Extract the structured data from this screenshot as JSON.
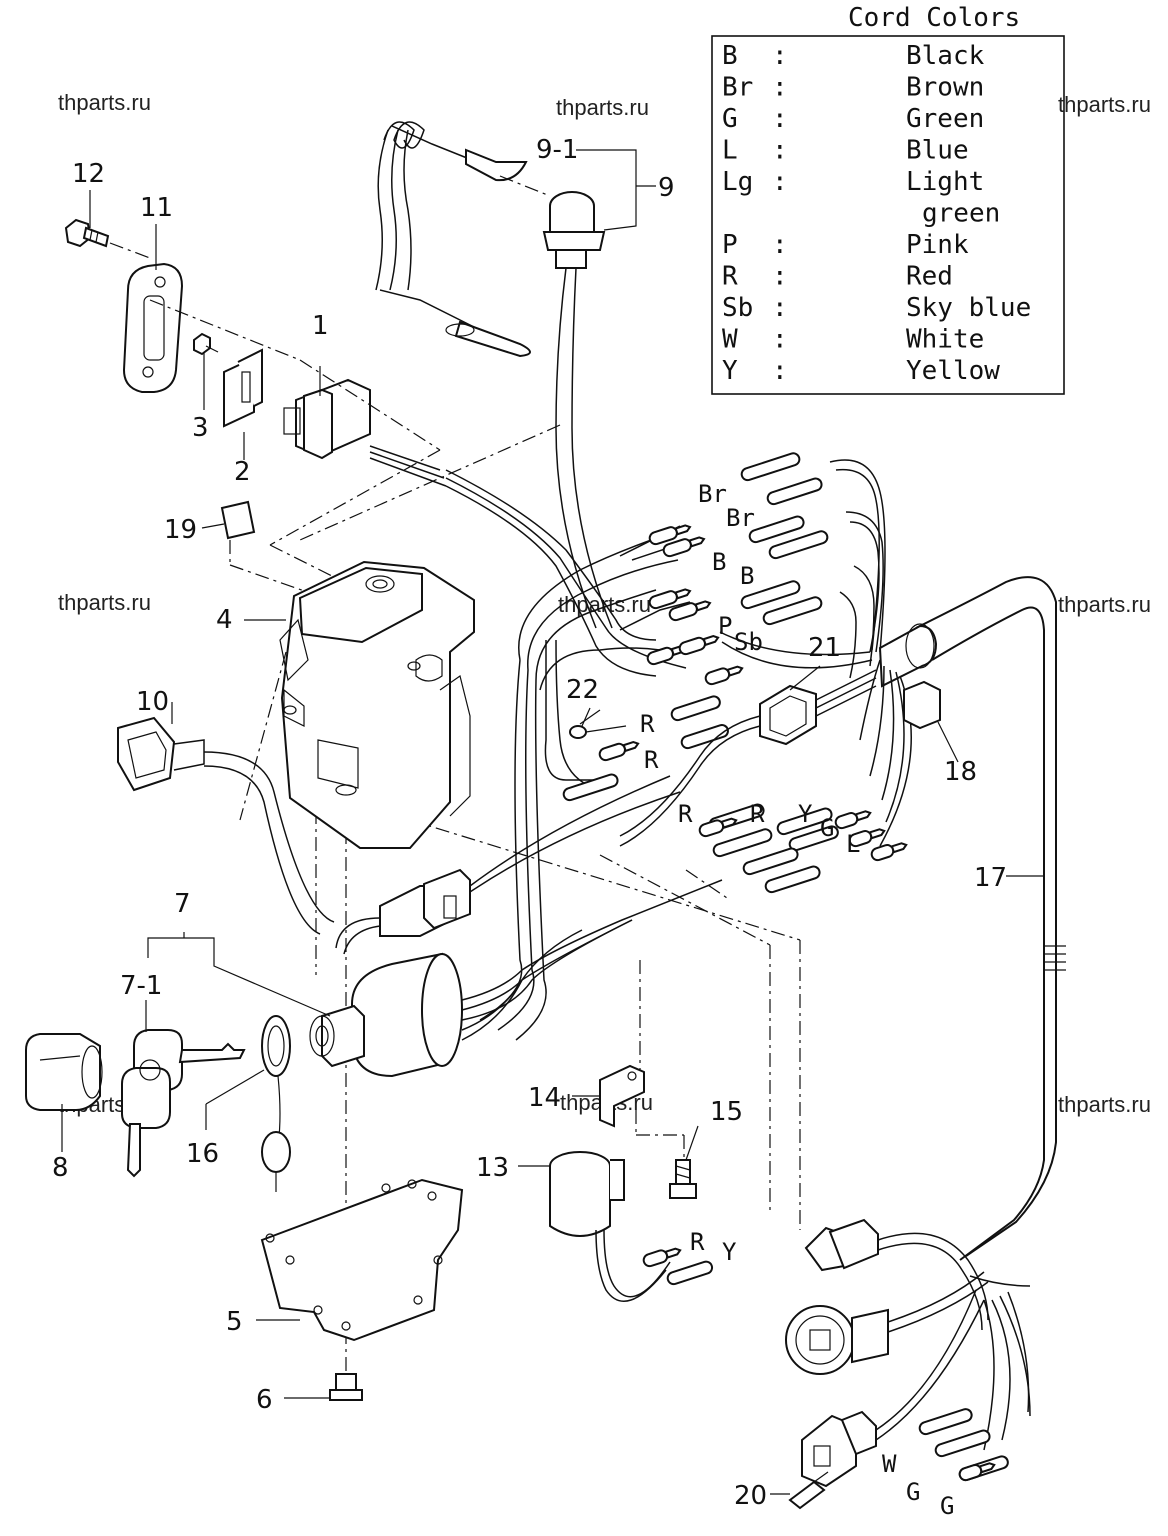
{
  "legend": {
    "title": "Cord Colors",
    "rows": [
      {
        "code": "B",
        "sep": ":",
        "name": "Black"
      },
      {
        "code": "Br",
        "sep": ":",
        "name": "Brown"
      },
      {
        "code": "G",
        "sep": ":",
        "name": "Green"
      },
      {
        "code": "L",
        "sep": ":",
        "name": "Blue"
      },
      {
        "code": "Lg",
        "sep": ":",
        "name": "Light"
      },
      {
        "code": "",
        "sep": "",
        "name": "green"
      },
      {
        "code": "P",
        "sep": ":",
        "name": "Pink"
      },
      {
        "code": "R",
        "sep": ":",
        "name": "Red"
      },
      {
        "code": "Sb",
        "sep": ":",
        "name": "Sky blue"
      },
      {
        "code": "W",
        "sep": ":",
        "name": "White"
      },
      {
        "code": "Y",
        "sep": ":",
        "name": "Yellow"
      }
    ]
  },
  "watermark": "thparts.ru",
  "parts": {
    "p1": "1",
    "p2": "2",
    "p3": "3",
    "p4": "4",
    "p5": "5",
    "p6": "6",
    "p7": "7",
    "p7_1": "7-1",
    "p8": "8",
    "p9": "9",
    "p9_1": "9-1",
    "p10": "10",
    "p11": "11",
    "p12": "12",
    "p13": "13",
    "p14": "14",
    "p15": "15",
    "p16": "16",
    "p17": "17",
    "p18": "18",
    "p19": "19",
    "p20": "20",
    "p21": "21",
    "p22": "22"
  },
  "wire_labels": {
    "br1": "Br",
    "br2": "Br",
    "b1": "B",
    "b2": "B",
    "p": "P",
    "sb": "Sb",
    "r1": "R",
    "r2": "R",
    "r3": "R",
    "r4": "R",
    "y1": "Y",
    "g1": "G",
    "l1": "L",
    "r5": "R",
    "y2": "Y",
    "w1": "W",
    "g2": "G",
    "g3": "G"
  }
}
